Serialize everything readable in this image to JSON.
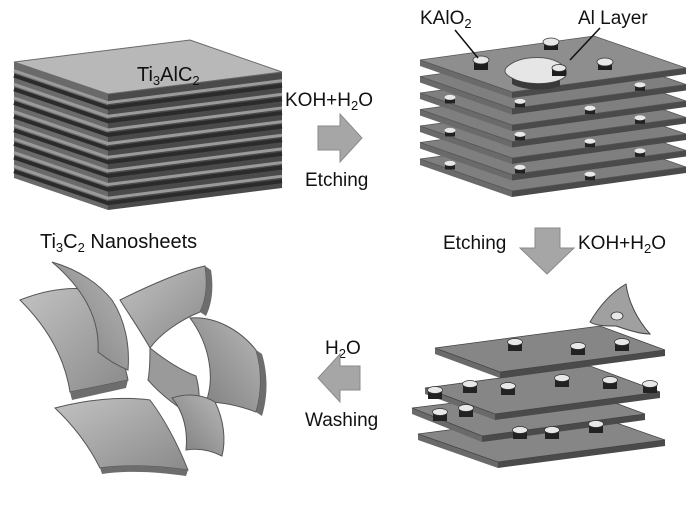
{
  "panels": {
    "top_left": {
      "label_main": "Ti",
      "label_sub1": "3",
      "label_mid": "AlC",
      "label_sub2": "2"
    },
    "top_right": {
      "kalo2": {
        "main": "KAlO",
        "sub": "2"
      },
      "al_layer": "Al Layer"
    },
    "bottom_left": {
      "main": "Ti",
      "sub1": "3",
      "mid": "C",
      "sub2": "2",
      "tail": " Nanosheets"
    }
  },
  "steps": {
    "etch_right": {
      "reagent": {
        "a": "KOH+H",
        "sub": "2",
        "b": "O"
      },
      "process": "Etching",
      "direction": "right"
    },
    "etch_down": {
      "process": "Etching",
      "reagent": {
        "a": "KOH+H",
        "sub": "2",
        "b": "O"
      },
      "direction": "down"
    },
    "wash_left": {
      "reagent": {
        "a": "H",
        "sub": "2",
        "b": "O"
      },
      "process": "Washing",
      "direction": "left"
    }
  },
  "colors": {
    "layer_top": "#b8b8b8",
    "layer_top_dark": "#8e8e8e",
    "layer_side": "#6a6a6a",
    "layer_side_dark": "#4a4a4a",
    "stripe": "#2b2b2b",
    "arrow": "#a6a6a6",
    "sheet": "#a9a9a9",
    "sheet_dark": "#7d7d7d",
    "bump_top": "#e8e8e8",
    "bump_side": "#222222"
  }
}
